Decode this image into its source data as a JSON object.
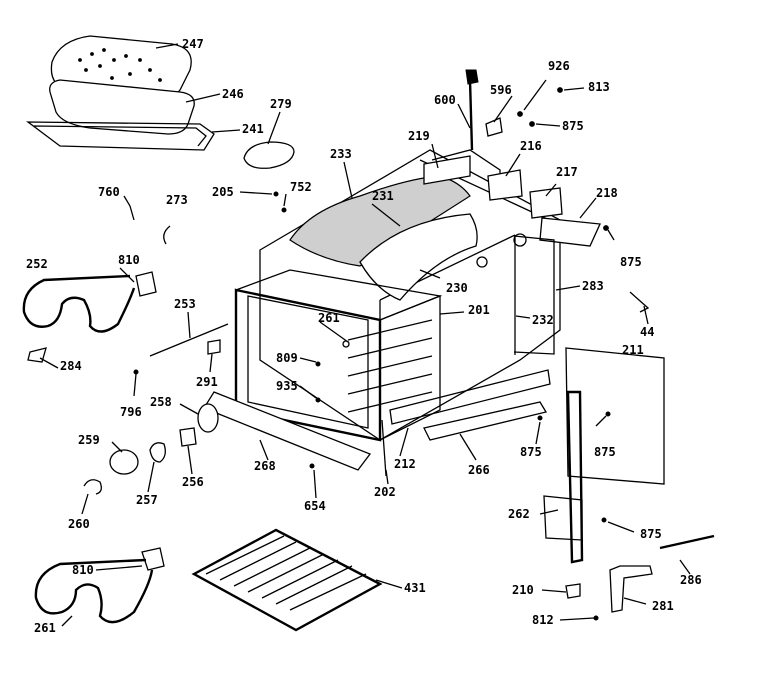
{
  "parts": [
    {
      "id": "247",
      "label": "247"
    },
    {
      "id": "246",
      "label": "246"
    },
    {
      "id": "241",
      "label": "241"
    },
    {
      "id": "279",
      "label": "279"
    },
    {
      "id": "205",
      "label": "205"
    },
    {
      "id": "752",
      "label": "752"
    },
    {
      "id": "760",
      "label": "760"
    },
    {
      "id": "273",
      "label": "273"
    },
    {
      "id": "233",
      "label": "233"
    },
    {
      "id": "231",
      "label": "231"
    },
    {
      "id": "600",
      "label": "600"
    },
    {
      "id": "596",
      "label": "596"
    },
    {
      "id": "926",
      "label": "926"
    },
    {
      "id": "813",
      "label": "813"
    },
    {
      "id": "875a",
      "label": "875"
    },
    {
      "id": "219",
      "label": "219"
    },
    {
      "id": "216",
      "label": "216"
    },
    {
      "id": "217",
      "label": "217"
    },
    {
      "id": "218",
      "label": "218"
    },
    {
      "id": "875b",
      "label": "875"
    },
    {
      "id": "252",
      "label": "252"
    },
    {
      "id": "810a",
      "label": "810"
    },
    {
      "id": "253",
      "label": "253"
    },
    {
      "id": "284",
      "label": "284"
    },
    {
      "id": "261",
      "label": "261"
    },
    {
      "id": "230",
      "label": "230"
    },
    {
      "id": "201",
      "label": "201"
    },
    {
      "id": "232",
      "label": "232"
    },
    {
      "id": "283",
      "label": "283"
    },
    {
      "id": "44",
      "label": "44"
    },
    {
      "id": "809",
      "label": "809"
    },
    {
      "id": "291",
      "label": "291"
    },
    {
      "id": "796",
      "label": "796"
    },
    {
      "id": "935",
      "label": "935"
    },
    {
      "id": "211",
      "label": "211"
    },
    {
      "id": "258",
      "label": "258"
    },
    {
      "id": "875c",
      "label": "875"
    },
    {
      "id": "875d",
      "label": "875"
    },
    {
      "id": "259",
      "label": "259"
    },
    {
      "id": "212",
      "label": "212"
    },
    {
      "id": "266",
      "label": "266"
    },
    {
      "id": "268",
      "label": "268"
    },
    {
      "id": "202",
      "label": "202"
    },
    {
      "id": "257",
      "label": "257"
    },
    {
      "id": "256",
      "label": "256"
    },
    {
      "id": "654",
      "label": "654"
    },
    {
      "id": "260",
      "label": "260"
    },
    {
      "id": "262",
      "label": "262"
    },
    {
      "id": "875e",
      "label": "875"
    },
    {
      "id": "810b",
      "label": "810"
    },
    {
      "id": "286",
      "label": "286"
    },
    {
      "id": "431",
      "label": "431"
    },
    {
      "id": "210",
      "label": "210"
    },
    {
      "id": "281",
      "label": "281"
    },
    {
      "id": "261b",
      "label": "261"
    },
    {
      "id": "812",
      "label": "812"
    }
  ]
}
